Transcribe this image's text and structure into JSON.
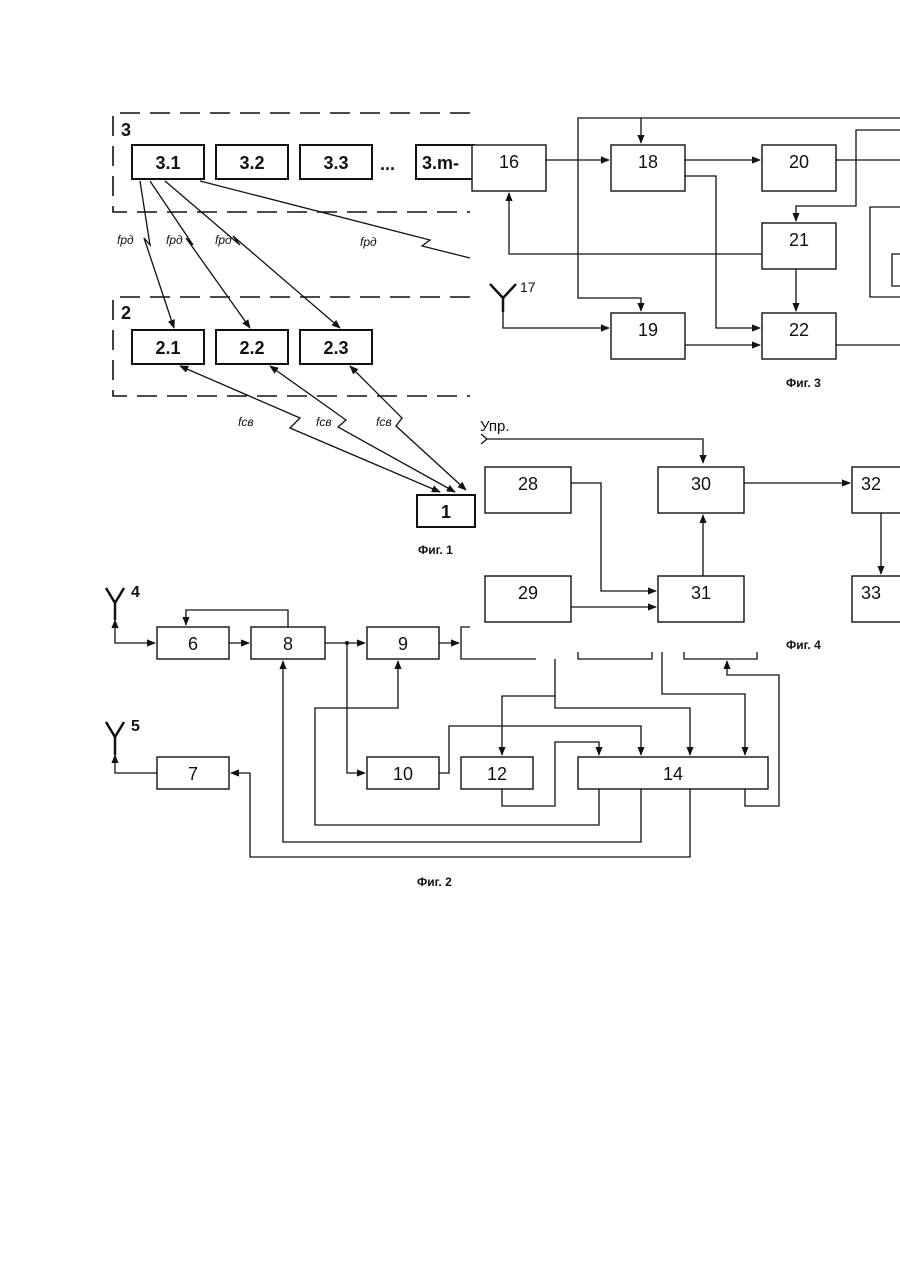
{
  "fig1": {
    "caption": "Фиг. 1",
    "group3_label": "3",
    "group2_label": "2",
    "blocks3": [
      "3.1",
      "3.2",
      "3.3",
      "3.m-"
    ],
    "ellipsis": "...",
    "blocks2": [
      "2.1",
      "2.2",
      "2.3"
    ],
    "block1": "1",
    "f_rd": [
      "fрд",
      "fрд",
      "fрд",
      "fрд"
    ],
    "f_sv": [
      "fсв",
      "fсв",
      "fсв"
    ]
  },
  "fig2": {
    "caption": "Фиг. 2",
    "antenna4": "4",
    "antenna5": "5",
    "blocks": {
      "b6": "6",
      "b7": "7",
      "b8": "8",
      "b9": "9",
      "b10": "10",
      "b12": "12",
      "b14": "14"
    }
  },
  "fig3": {
    "caption": "Фиг. 3",
    "antenna17": "17",
    "blocks": {
      "b16": "16",
      "b18": "18",
      "b19": "19",
      "b20": "20",
      "b21": "21",
      "b22": "22"
    }
  },
  "fig4": {
    "caption": "Фиг. 4",
    "control_label": "Упр.",
    "blocks": {
      "b28": "28",
      "b29": "29",
      "b30": "30",
      "b31": "31",
      "b32": "32",
      "b33": "33"
    }
  }
}
